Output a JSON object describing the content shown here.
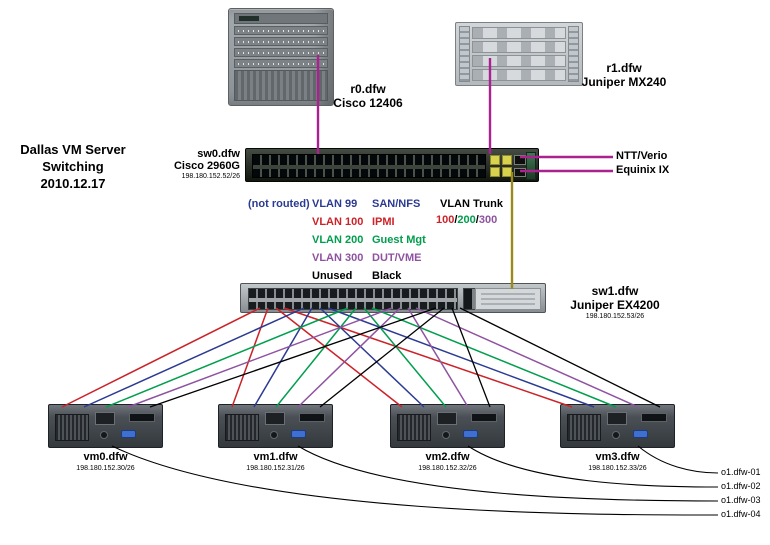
{
  "title": {
    "line1": "Dallas VM Server",
    "line2": "Switching",
    "line3": "2010.12.17"
  },
  "routers": {
    "r0": {
      "name": "r0.dfw",
      "model": "Cisco 12406"
    },
    "r1": {
      "name": "r1.dfw",
      "model": "Juniper MX240"
    }
  },
  "switches": {
    "sw0": {
      "name": "sw0.dfw",
      "model": "Cisco 2960G",
      "ip": "198.180.152.52/26"
    },
    "sw1": {
      "name": "sw1.dfw",
      "model": "Juniper EX4200",
      "ip": "198.180.152.53/26"
    }
  },
  "uplinks": {
    "ntt": "NTT/Verio",
    "equinix": "Equinix IX"
  },
  "legend": {
    "not_routed": "(not routed)",
    "rows": [
      {
        "vlan": "VLAN 99",
        "label": "SAN/NFS",
        "color": "blue"
      },
      {
        "vlan": "VLAN 100",
        "label": "IPMI",
        "color": "red"
      },
      {
        "vlan": "VLAN 200",
        "label": "Guest Mgt",
        "color": "green"
      },
      {
        "vlan": "VLAN 300",
        "label": "DUT/VME",
        "color": "purple"
      },
      {
        "vlan": "Unused",
        "label": "Black",
        "color": "black"
      }
    ]
  },
  "trunk": {
    "title": "VLAN Trunk",
    "separator": "/",
    "vlans": [
      {
        "id": "100",
        "color": "red"
      },
      {
        "id": "200",
        "color": "green"
      },
      {
        "id": "300",
        "color": "purple"
      }
    ]
  },
  "servers": [
    {
      "name": "vm0.dfw",
      "ip": "198.180.152.30/26"
    },
    {
      "name": "vm1.dfw",
      "ip": "198.180.152.31/26"
    },
    {
      "name": "vm2.dfw",
      "ip": "198.180.152.32/26"
    },
    {
      "name": "vm3.dfw",
      "ip": "198.180.152.33/26"
    }
  ],
  "external_links": [
    "o1.dfw-01",
    "o1.dfw-02",
    "o1.dfw-03",
    "o1.dfw-04"
  ],
  "colors": {
    "blue": "#2b3a92",
    "red": "#cc2229",
    "green": "#009e4d",
    "purple": "#8e52a1",
    "black": "#000000",
    "magenta": "#aa2190",
    "trunk": "#9a8a1d"
  }
}
